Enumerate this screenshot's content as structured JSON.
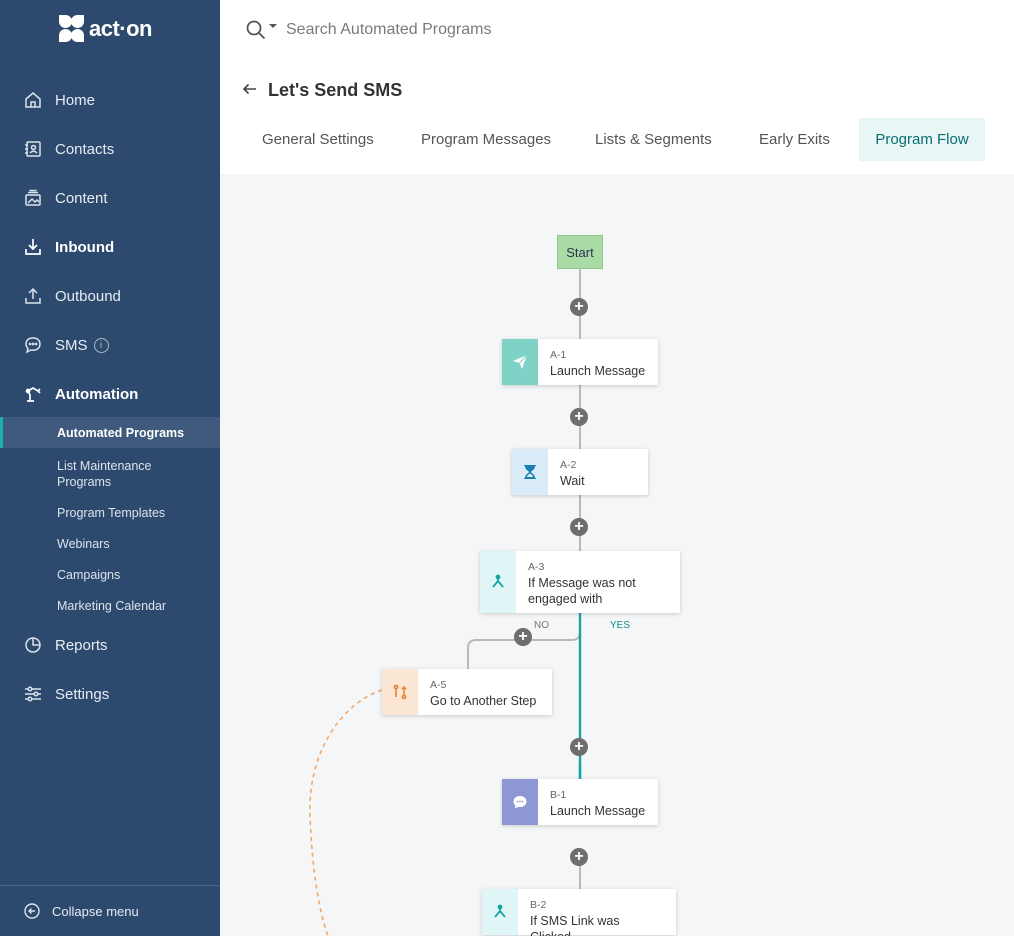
{
  "app": {
    "logo_text": "act·on"
  },
  "sidebar": {
    "items": [
      {
        "label": "Home",
        "icon": "home-icon"
      },
      {
        "label": "Contacts",
        "icon": "contacts-icon"
      },
      {
        "label": "Content",
        "icon": "content-icon"
      },
      {
        "label": "Inbound",
        "icon": "inbound-icon"
      },
      {
        "label": "Outbound",
        "icon": "outbound-icon"
      },
      {
        "label": "SMS",
        "icon": "sms-icon",
        "info": "i"
      },
      {
        "label": "Automation",
        "icon": "automation-icon"
      },
      {
        "label": "Reports",
        "icon": "reports-icon"
      },
      {
        "label": "Settings",
        "icon": "settings-icon"
      }
    ],
    "automation_sub": [
      "Automated Programs",
      "List Maintenance Programs",
      "Program Templates",
      "Webinars",
      "Campaigns",
      "Marketing Calendar"
    ],
    "collapse_label": "Collapse menu"
  },
  "search": {
    "placeholder": "Search Automated Programs",
    "value": ""
  },
  "header": {
    "title": "Let's Send SMS",
    "tabs": [
      "General Settings",
      "Program Messages",
      "Lists & Segments",
      "Early Exits",
      "Program Flow"
    ],
    "active_tab": "Program Flow"
  },
  "flow": {
    "start_label": "Start",
    "steps": [
      {
        "id": "A-1",
        "name": "Launch Message",
        "icon": "paper-plane-icon",
        "color": "#7fd3c6"
      },
      {
        "id": "A-2",
        "name": "Wait",
        "icon": "hourglass-icon",
        "color": "#d9ecf7"
      },
      {
        "id": "A-3",
        "name": "If Message was not engaged with",
        "icon": "branch-icon",
        "color": "#e0f5f5"
      },
      {
        "id": "A-5",
        "name": "Go to Another Step",
        "icon": "goto-icon",
        "color": "#fce6d4"
      },
      {
        "id": "B-1",
        "name": "Launch Message",
        "icon": "sms-bubble-icon",
        "color": "#8f96d4"
      },
      {
        "id": "B-2",
        "name": "If SMS Link was Clicked",
        "icon": "branch-icon",
        "color": "#e0f5f5"
      }
    ],
    "branch_no": "NO",
    "branch_yes": "YES"
  },
  "colors": {
    "sidebar_bg": "#2d4a6e",
    "accent_teal": "#18b0b0",
    "active_tab_bg": "#e8f6f6",
    "start_green": "#a9dba5",
    "goto_orange": "#f0a868"
  }
}
